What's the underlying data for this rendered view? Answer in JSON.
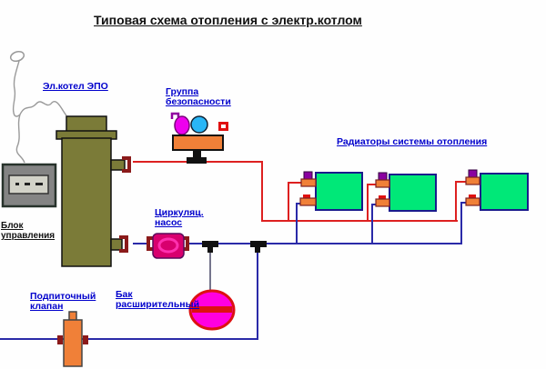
{
  "title": "Типовая схема отопления с электр.котлом",
  "labels": {
    "boiler": "Эл.котел ЭПО",
    "control_block": [
      "Блок",
      "управления"
    ],
    "safety_group": [
      "Группа",
      "безопасности"
    ],
    "radiators": "Радиаторы системы отопления",
    "pump": [
      "Циркуляц.",
      "насос"
    ],
    "expansion_tank": [
      "Бак",
      "расширительный"
    ],
    "makeup_valve": [
      "Подпиточный",
      "клапан"
    ]
  },
  "colors": {
    "pipe-red": "#dd2020",
    "pipe-blue": "#2a2aa8",
    "pipe-thin": "#3a3a5c",
    "boiler-olive": "#7b7b38",
    "radiator-green": "#00e878",
    "radiator-border": "#1a1a8c",
    "valve-orange": "#f08038",
    "cap-purple": "#8a00a0",
    "cap-red": "#e01010",
    "pump-pink": "#d8006e",
    "tank-magenta": "#ff00e0",
    "tank-red": "#dd1111",
    "safety-magenta": "#ee00ee",
    "safety-blue": "#29b6f6",
    "label-blue": "#0000cc",
    "block-gray": "#848484",
    "dark-red": "#8b1a1a",
    "wire-gray": "#9a9a9a",
    "tee-black": "#111111"
  }
}
